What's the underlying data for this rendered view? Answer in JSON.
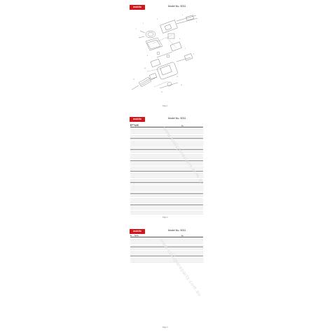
{
  "brand": {
    "logo_text": "makita",
    "color": "#d5141c"
  },
  "pages": [
    {
      "model": "Model No. 9031",
      "page_number": "Page 1"
    },
    {
      "model": "Model No. 9031",
      "section_title": "Parts List",
      "headers": {
        "no": "No.",
        "part": "Part No.",
        "desc": "Part Description",
        "qty": "Qty",
        "note": "Note"
      },
      "page_number": "Page 2"
    },
    {
      "model": "Model No. 9031",
      "headers": {
        "no": "No.",
        "part": "Part No.",
        "desc": "Part Description",
        "qty": "Qty",
        "note": "Note"
      },
      "page_number": "Page 3"
    }
  ],
  "watermark": "www.toolspareparts.com.au"
}
